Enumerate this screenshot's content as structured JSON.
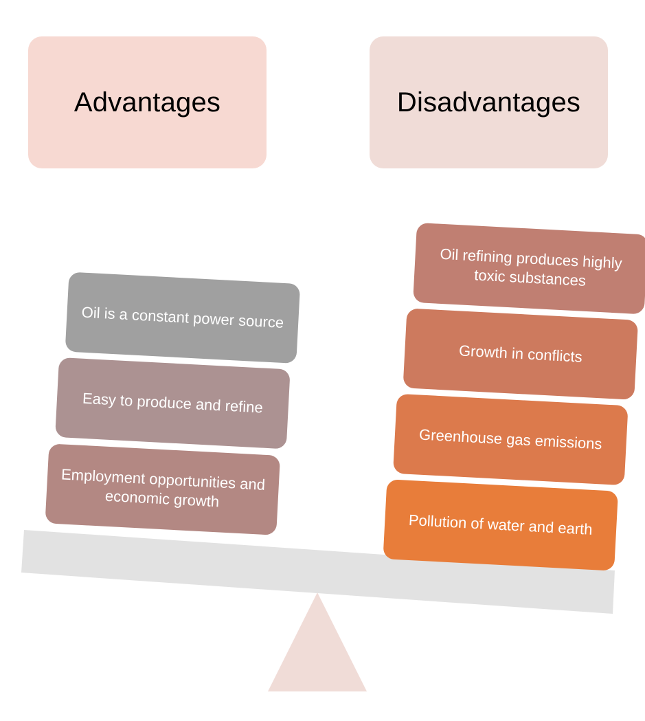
{
  "headers": {
    "advantages": "Advantages",
    "disadvantages": "Disadvantages"
  },
  "advantages": [
    {
      "text": "Oil is a constant power source",
      "color": "#a0a0a0"
    },
    {
      "text": "Easy to produce and refine",
      "color": "#ac9292"
    },
    {
      "text": "Employment opportunities and economic growth",
      "color": "#b38883"
    }
  ],
  "disadvantages": [
    {
      "text": "Oil refining produces highly toxic substances",
      "color": "#c07f72"
    },
    {
      "text": "Growth in conflicts",
      "color": "#cd7a5e"
    },
    {
      "text": "Greenhouse gas emissions",
      "color": "#dc7a4c"
    },
    {
      "text": "Pollution of water and earth",
      "color": "#e87d3a"
    }
  ],
  "colors": {
    "beam": "#e2e2e2",
    "fulcrum": "#f0dcd7"
  }
}
